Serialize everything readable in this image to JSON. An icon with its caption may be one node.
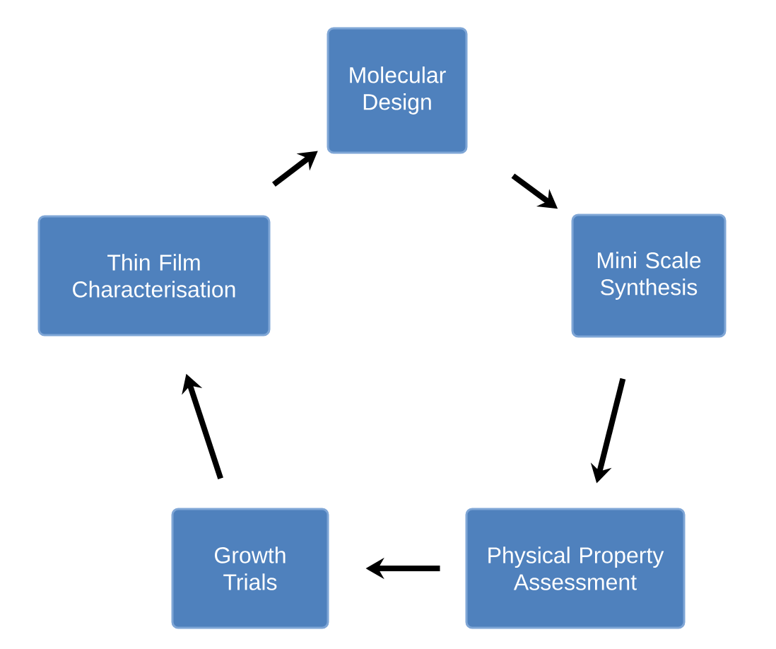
{
  "diagram": {
    "nodes": [
      {
        "text": [
          "Molecular Design"
        ]
      },
      {
        "text": [
          "Mini Scale Synthesis"
        ]
      },
      {
        "text": [
          "Physical Property Assessment"
        ]
      },
      {
        "text": [
          "Growth Trials"
        ]
      },
      {
        "text": [
          "Thin Film Characterisation"
        ]
      }
    ],
    "edges": [
      {
        "from": 0,
        "to": 1,
        "arrow": "to"
      },
      {
        "from": 1,
        "to": 2,
        "arrow": "to"
      },
      {
        "from": 2,
        "to": 3,
        "arrow": "to"
      },
      {
        "from": 3,
        "to": 4,
        "arrow": "to"
      },
      {
        "from": 4,
        "to": 0,
        "arrow": "to"
      }
    ]
  }
}
